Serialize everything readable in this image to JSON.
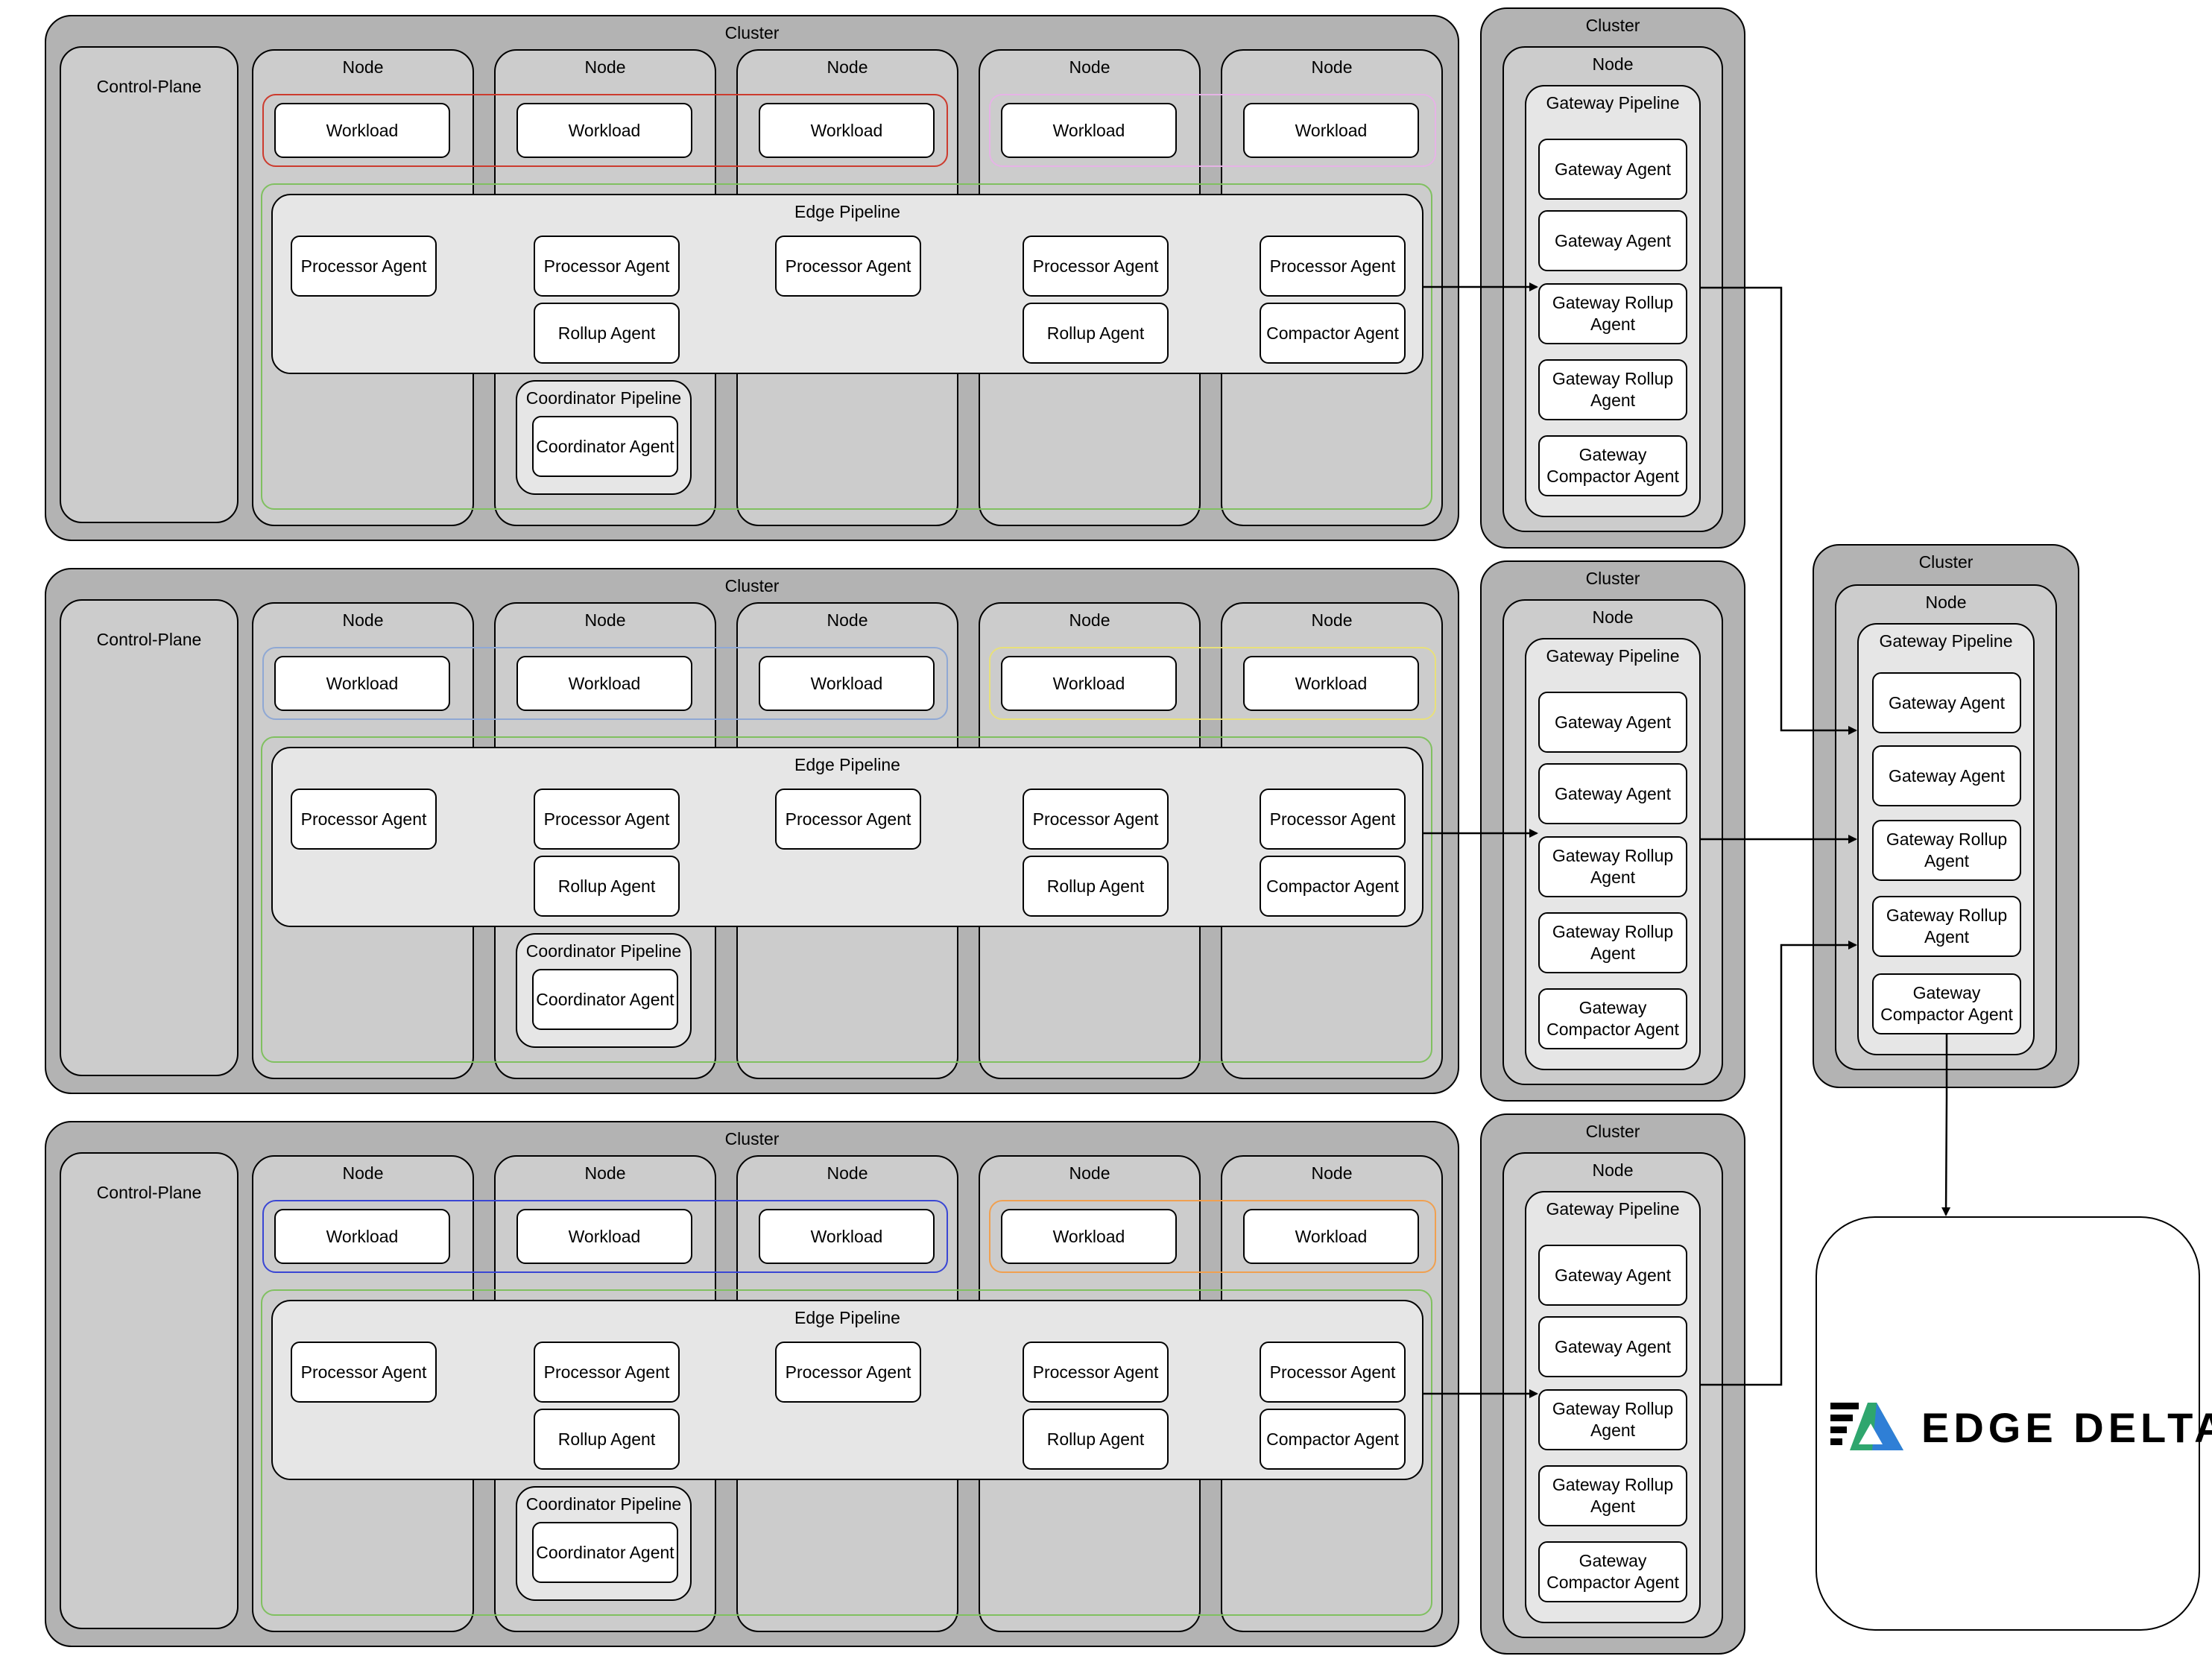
{
  "labels": {
    "cluster": "Cluster",
    "control_plane": "Control-Plane",
    "node": "Node",
    "workload": "Workload",
    "edge_pipeline": "Edge Pipeline",
    "processor_agent": "Processor Agent",
    "rollup_agent": "Rollup Agent",
    "compactor_agent": "Compactor Agent",
    "coordinator_pipeline": "Coordinator Pipeline",
    "coordinator_agent": "Coordinator Agent",
    "gateway_pipeline": "Gateway Pipeline",
    "gateway_agent": "Gateway Agent",
    "gateway_rollup_agent": "Gateway Rollup Agent",
    "gateway_compactor_agent": "Gateway Compactor Agent"
  },
  "workload_group_colors": [
    [
      "#cc3b2e",
      "#e6b3e6"
    ],
    [
      "#8fa8d4",
      "#e8e07a"
    ],
    [
      "#3a46d4",
      "#f0a050"
    ]
  ],
  "edge_group_color": "#80c060",
  "connector_color": "#000000",
  "logo": {
    "text": "EDGE DELTA",
    "colors": [
      "#000000",
      "#2fa66e",
      "#2f7fd6"
    ]
  }
}
